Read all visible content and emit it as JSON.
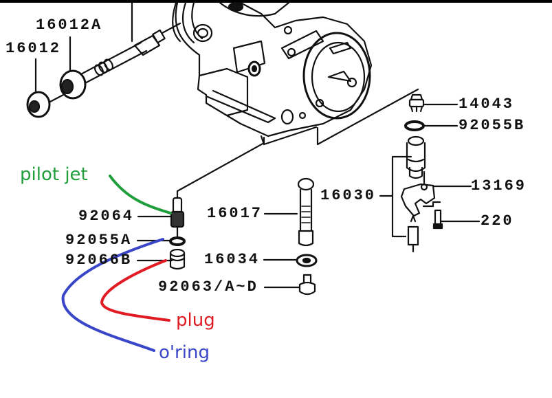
{
  "diagram": {
    "title": "carburetor exploded view",
    "part_numbers": {
      "p16012A": "16012A",
      "p16012": "16012",
      "p14043": "14043",
      "p92055B": "92055B",
      "p16030": "16030",
      "p13169": "13169",
      "p220": "220",
      "p92064": "92064",
      "p16017": "16017",
      "p92055A": "92055A",
      "p92066B": "92066B",
      "p16034": "16034",
      "p92063": "92063/A~D"
    },
    "annotations": {
      "pilot_jet": {
        "text": "pilot jet",
        "color": "#1f9e3c"
      },
      "plug": {
        "text": "plug",
        "color": "#e01b24"
      },
      "oring": {
        "text": "o'ring",
        "color": "#3a46c8"
      }
    }
  }
}
